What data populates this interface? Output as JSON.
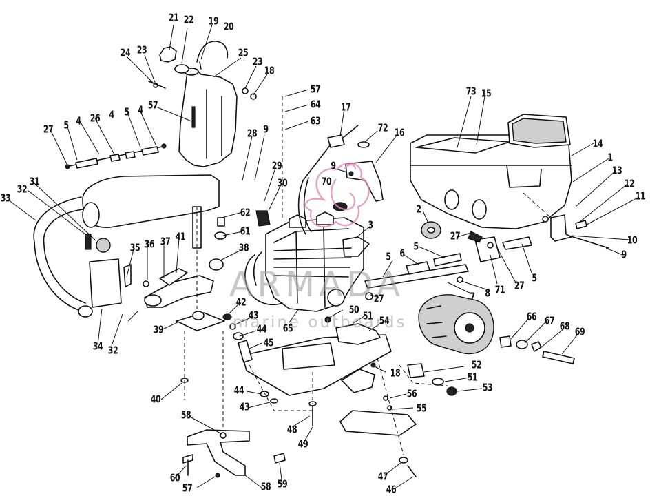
{
  "watermark": {
    "title": "ARMADA",
    "subtitle": "marine outboards"
  },
  "callouts": [
    {
      "id": "c21a",
      "text": "21"
    },
    {
      "id": "c22",
      "text": "22"
    },
    {
      "id": "c19",
      "text": "19"
    },
    {
      "id": "c20",
      "text": "20"
    },
    {
      "id": "c24",
      "text": "24"
    },
    {
      "id": "c23a",
      "text": "23"
    },
    {
      "id": "c25",
      "text": "25"
    },
    {
      "id": "c23b",
      "text": "23"
    },
    {
      "id": "c18a",
      "text": "18"
    },
    {
      "id": "c57a",
      "text": "57"
    },
    {
      "id": "c64",
      "text": "64"
    },
    {
      "id": "c63",
      "text": "63"
    },
    {
      "id": "c17",
      "text": "17"
    },
    {
      "id": "c72",
      "text": "72"
    },
    {
      "id": "c16",
      "text": "16"
    },
    {
      "id": "c73",
      "text": "73"
    },
    {
      "id": "c15",
      "text": "15"
    },
    {
      "id": "c14",
      "text": "14"
    },
    {
      "id": "c1",
      "text": "1"
    },
    {
      "id": "c13",
      "text": "13"
    },
    {
      "id": "c12",
      "text": "12"
    },
    {
      "id": "c11",
      "text": "11"
    },
    {
      "id": "c10",
      "text": "10"
    },
    {
      "id": "c9a",
      "text": "9"
    },
    {
      "id": "c57b",
      "text": "57"
    },
    {
      "id": "c27a",
      "text": "27"
    },
    {
      "id": "c5a",
      "text": "5"
    },
    {
      "id": "c4a",
      "text": "4"
    },
    {
      "id": "c26",
      "text": "26"
    },
    {
      "id": "c4b",
      "text": "4"
    },
    {
      "id": "c5b",
      "text": "5"
    },
    {
      "id": "c4c",
      "text": "4"
    },
    {
      "id": "c28",
      "text": "28"
    },
    {
      "id": "c9b",
      "text": "9"
    },
    {
      "id": "c29",
      "text": "29"
    },
    {
      "id": "c9c",
      "text": "9"
    },
    {
      "id": "c70",
      "text": "70"
    },
    {
      "id": "c30",
      "text": "30"
    },
    {
      "id": "c33",
      "text": "33"
    },
    {
      "id": "c32a",
      "text": "32"
    },
    {
      "id": "c31",
      "text": "31"
    },
    {
      "id": "c62",
      "text": "62"
    },
    {
      "id": "c61",
      "text": "61"
    },
    {
      "id": "c3",
      "text": "3"
    },
    {
      "id": "c2",
      "text": "2"
    },
    {
      "id": "c27b",
      "text": "27"
    },
    {
      "id": "c5c",
      "text": "5"
    },
    {
      "id": "c6",
      "text": "6"
    },
    {
      "id": "c5d",
      "text": "5"
    },
    {
      "id": "c35",
      "text": "35"
    },
    {
      "id": "c36",
      "text": "36"
    },
    {
      "id": "c37",
      "text": "37"
    },
    {
      "id": "c41",
      "text": "41"
    },
    {
      "id": "c38",
      "text": "38"
    },
    {
      "id": "c71",
      "text": "71"
    },
    {
      "id": "c27c",
      "text": "27"
    },
    {
      "id": "c5e",
      "text": "5"
    },
    {
      "id": "c9d",
      "text": "9"
    },
    {
      "id": "c8",
      "text": "8"
    },
    {
      "id": "c7",
      "text": "7"
    },
    {
      "id": "c27d",
      "text": "27"
    },
    {
      "id": "c42",
      "text": "42"
    },
    {
      "id": "c43a",
      "text": "43"
    },
    {
      "id": "c50",
      "text": "50"
    },
    {
      "id": "c51a",
      "text": "51"
    },
    {
      "id": "c54",
      "text": "54"
    },
    {
      "id": "c44a",
      "text": "44"
    },
    {
      "id": "c65",
      "text": "65"
    },
    {
      "id": "c34",
      "text": "34"
    },
    {
      "id": "c32b",
      "text": "32"
    },
    {
      "id": "c39",
      "text": "39"
    },
    {
      "id": "c45",
      "text": "45"
    },
    {
      "id": "c66",
      "text": "66"
    },
    {
      "id": "c67",
      "text": "67"
    },
    {
      "id": "c68",
      "text": "68"
    },
    {
      "id": "c69",
      "text": "69"
    },
    {
      "id": "c52",
      "text": "52"
    },
    {
      "id": "c18b",
      "text": "18"
    },
    {
      "id": "c51b",
      "text": "51"
    },
    {
      "id": "c53",
      "text": "53"
    },
    {
      "id": "c40a",
      "text": "40"
    },
    {
      "id": "c44b",
      "text": "44"
    },
    {
      "id": "c43b",
      "text": "43"
    },
    {
      "id": "c56",
      "text": "56"
    },
    {
      "id": "c55",
      "text": "55"
    },
    {
      "id": "c58a",
      "text": "58"
    },
    {
      "id": "c48",
      "text": "48"
    },
    {
      "id": "c49",
      "text": "49"
    },
    {
      "id": "c60",
      "text": "60"
    },
    {
      "id": "c59",
      "text": "59"
    },
    {
      "id": "c57c",
      "text": "57"
    },
    {
      "id": "c58b",
      "text": "58"
    },
    {
      "id": "c47",
      "text": "47"
    },
    {
      "id": "c46",
      "text": "46"
    }
  ]
}
